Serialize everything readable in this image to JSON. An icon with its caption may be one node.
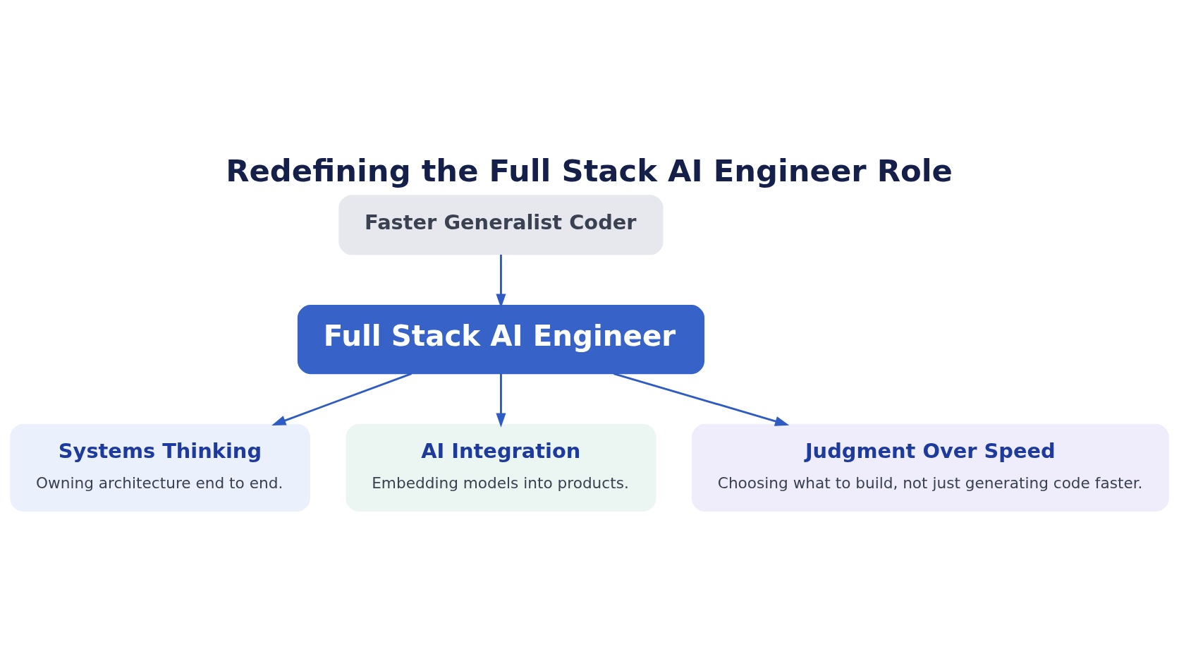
{
  "diagram": {
    "title": "Redefining the Full Stack AI Engineer Role",
    "nodes": [
      {
        "text": [
          "Faster Generalist Coder"
        ]
      },
      {
        "text": [
          "Full Stack AI Engineer"
        ]
      },
      {
        "text": [
          "Systems Thinking",
          "Owning architecture end to end."
        ]
      },
      {
        "text": [
          "AI Integration",
          "Embedding models into products."
        ]
      },
      {
        "text": [
          "Judgment Over Speed",
          "Choosing what to build, not just generating code faster."
        ]
      }
    ],
    "edges": [
      {
        "from": 0,
        "to": 1,
        "arrow": "to"
      },
      {
        "from": 1,
        "to": 2,
        "arrow": "to"
      },
      {
        "from": 1,
        "to": 3,
        "arrow": "to"
      },
      {
        "from": 1,
        "to": 4,
        "arrow": "to"
      }
    ]
  }
}
